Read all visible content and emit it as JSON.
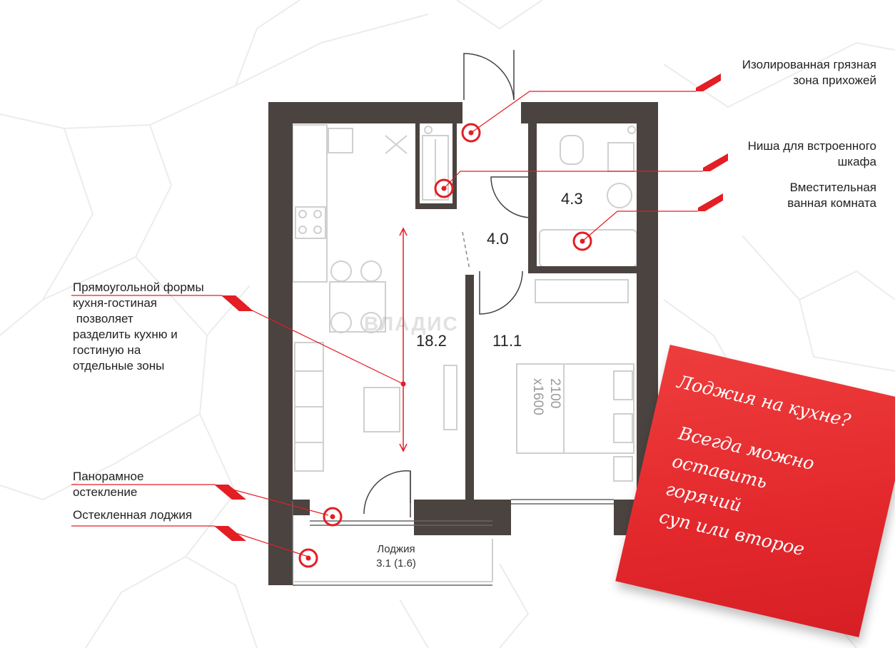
{
  "areas": {
    "kitchen_living": "18.2",
    "bedroom": "11.1",
    "hall": "4.0",
    "bathroom": "4.3"
  },
  "bed_size": [
    "2100",
    "x1600"
  ],
  "loggia": {
    "label": "Лоджия",
    "area": "3.1 (1.6)"
  },
  "watermark": "ВЛАДИС",
  "annotations": {
    "dirty_zone": [
      "Изолированная грязная",
      "зона прихожей"
    ],
    "closet_niche": [
      "Ниша для встроенного",
      "шкафа"
    ],
    "bathroom": [
      "Вместительная",
      "ванная комната"
    ],
    "kitchen_living": [
      "Прямоугольной формы",
      "кухня-гостиная",
      " позволяет",
      "разделить кухню и",
      "гостиную на",
      "отдельные зоны"
    ],
    "panoramic": [
      "Панорамное",
      "остекление"
    ],
    "glazed_loggia": "Остекленная лоджия"
  },
  "note": {
    "title": "Лоджия на кухне?",
    "lines": [
      "Всегда можно",
      "оставить",
      "горячий",
      "суп или второе"
    ]
  },
  "colors": {
    "wall": "#4a4340",
    "accent": "#e31e24",
    "note": "#e3282c",
    "furniture": "#cfcfcf"
  }
}
